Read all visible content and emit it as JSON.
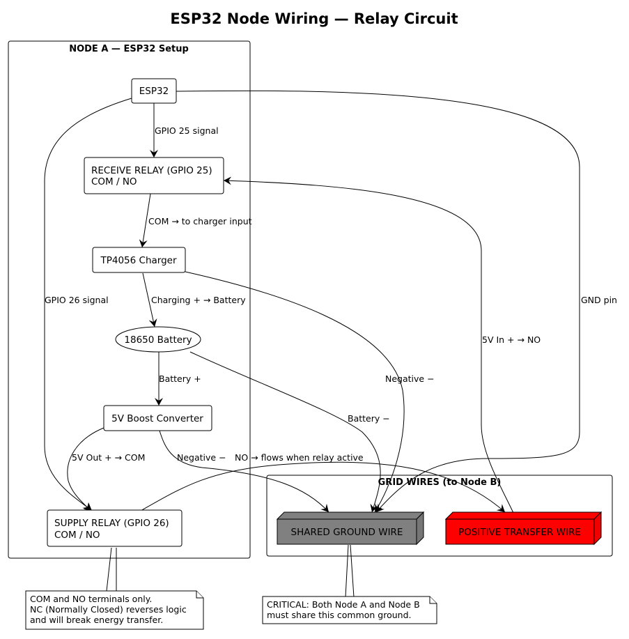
{
  "title": "ESP32 Node Wiring — Relay Circuit",
  "clusters": {
    "node_a": {
      "label": "NODE A — ESP32 Setup"
    },
    "grid": {
      "label": "GRID WIRES (to Node B)"
    }
  },
  "nodes": {
    "esp32": {
      "label": "ESP32"
    },
    "receive_relay": {
      "line1": "RECEIVE RELAY (GPIO 25)",
      "line2": "COM / NO"
    },
    "charger": {
      "label": "TP4056 Charger"
    },
    "battery": {
      "label": "18650 Battery"
    },
    "boost": {
      "label": "5V Boost Converter"
    },
    "supply_relay": {
      "line1": "SUPPLY RELAY (GPIO 26)",
      "line2": "COM / NO"
    },
    "ground_wire": {
      "label": "SHARED GROUND WIRE",
      "color": "#808080"
    },
    "positive_wire": {
      "label": "POSITIVE TRANSFER WIRE",
      "color": "#ff0000"
    }
  },
  "edges": {
    "gpio25": "GPIO 25 signal",
    "com_charger": "COM → to charger input",
    "charging": "Charging + → Battery",
    "battery_plus": "Battery +",
    "gpio26": "GPIO 26 signal",
    "five_v_out": "5V Out + → COM",
    "negative_boost": "Negative −",
    "no_flows": "NO → flows when relay active",
    "negative_charger": "Negative −",
    "battery_minus": "Battery −",
    "five_v_in": "5V In + → NO",
    "gnd_pin": "GND pin"
  },
  "notes": {
    "supply_note": {
      "line1": "COM and NO terminals only.",
      "line2": "NC (Normally Closed) reverses logic",
      "line3": "and will break energy transfer."
    },
    "ground_note": {
      "line1": "CRITICAL: Both Node A and Node B",
      "line2": "must share this common ground."
    }
  }
}
